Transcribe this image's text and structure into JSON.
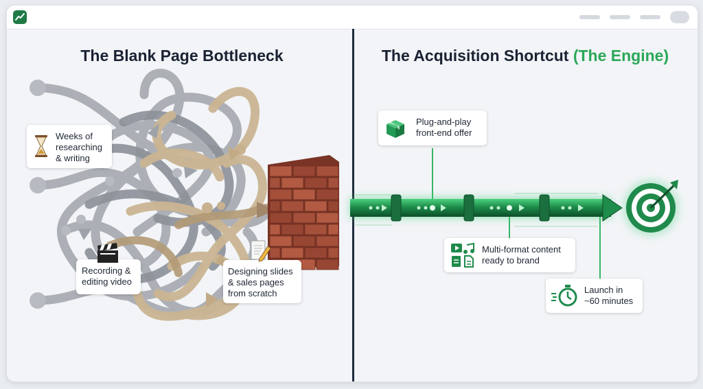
{
  "left_panel": {
    "title": "The Blank Page Bottleneck",
    "labels": {
      "research": "Weeks of\nresearching\n& writing",
      "video": "Recording &\nediting video",
      "design": "Designing slides\n& sales pages\nfrom scratch"
    },
    "icons": {
      "research": "hourglass-icon",
      "video": "clapperboard-icon",
      "design": "document-pencil-icon",
      "obstacle": "brick-wall-icon"
    }
  },
  "right_panel": {
    "title_main": "The Acquisition Shortcut",
    "title_accent": "(The Engine)",
    "labels": {
      "offer": "Plug-and-play\nfront-end offer",
      "content": "Multi-format content\nready to brand",
      "launch": "Launch in\n~60 minutes"
    },
    "icons": {
      "offer": "package-box-icon",
      "content": "media-files-icon",
      "launch": "stopwatch-icon",
      "goal": "target-icon"
    }
  },
  "colors": {
    "accent_green": "#2aa858",
    "dark_green": "#1f7a47",
    "heading": "#1a2233",
    "divider": "#1f2a3c",
    "brick": "#a4503b"
  }
}
